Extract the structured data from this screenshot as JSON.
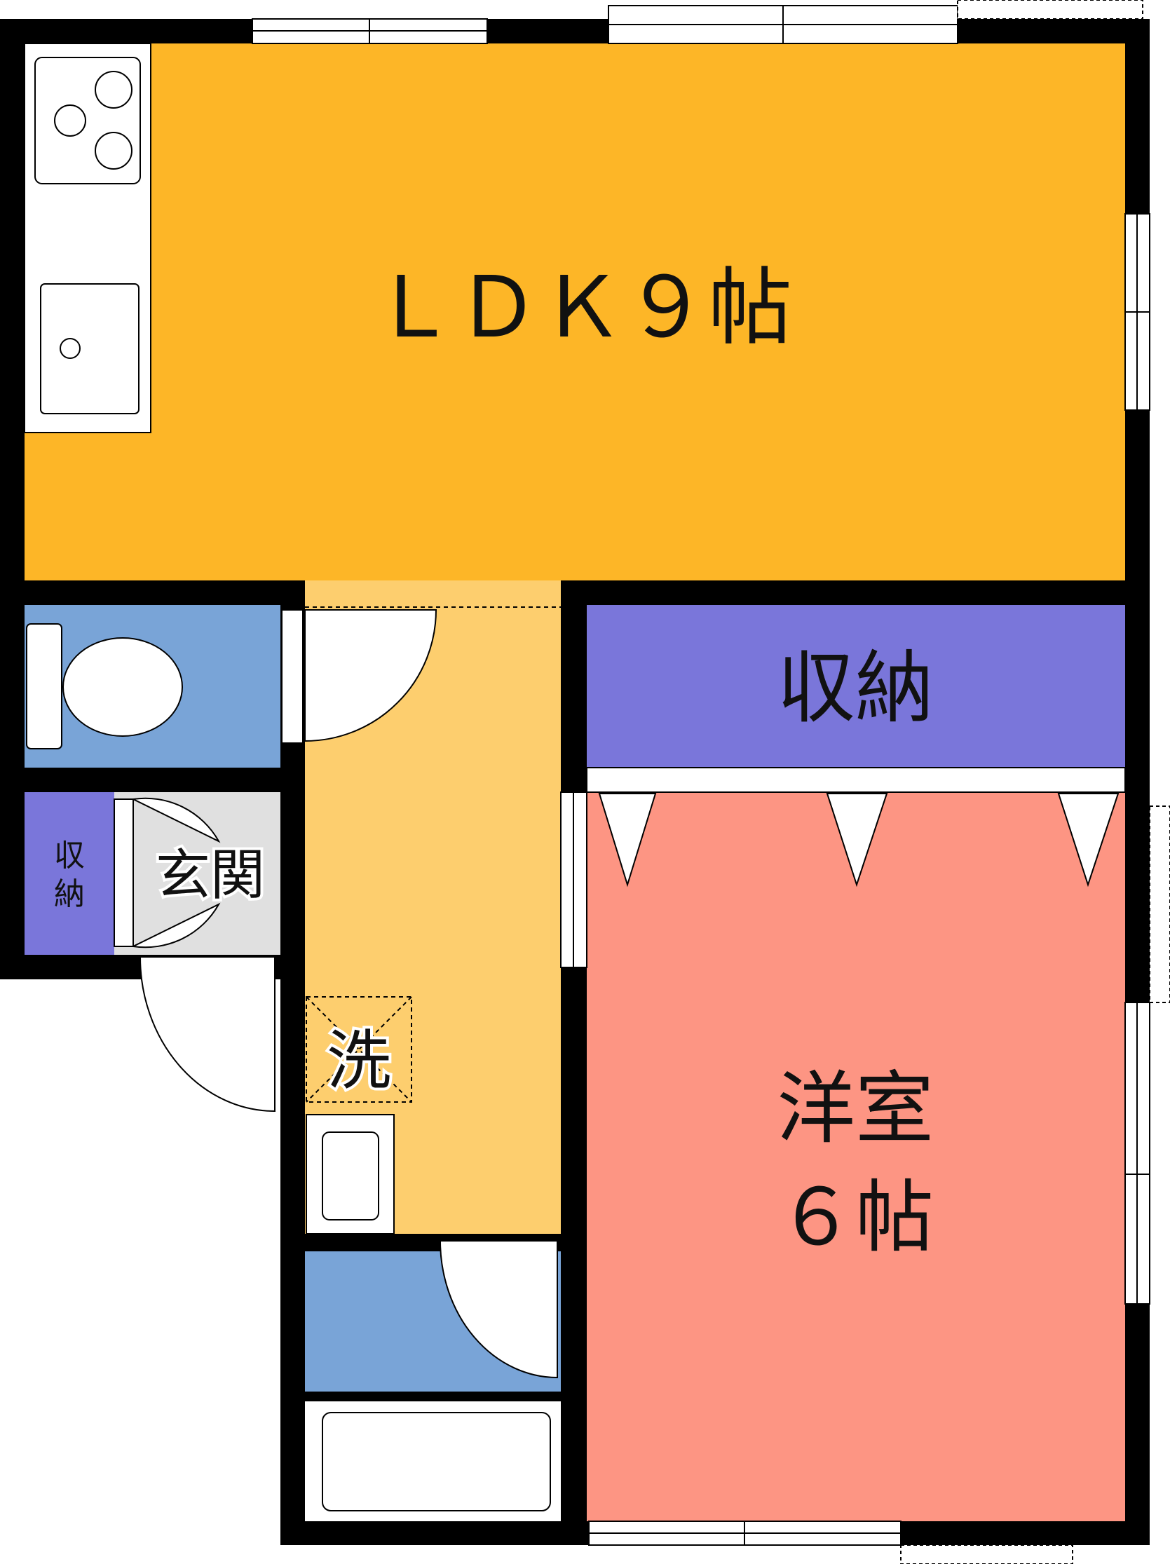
{
  "rooms": {
    "ldk": {
      "label": "ＬＤＫ９帖"
    },
    "storage_main": {
      "label": "収納"
    },
    "western_room": {
      "label_line1": "洋室",
      "label_line2": "６帖"
    },
    "storage_small": {
      "label_line1": "収",
      "label_line2": "納"
    },
    "entrance": {
      "label": "玄関"
    },
    "washroom": {
      "label": "洗"
    }
  },
  "colors": {
    "wall": "#000000",
    "ldk": "#FDB627",
    "hall": "#FDCE6E",
    "toilet": "#79A4D7",
    "bath": "#79A4D7",
    "storage": "#7A76DA",
    "western_room": "#FD9583",
    "entrance": "#E0E0E0"
  }
}
